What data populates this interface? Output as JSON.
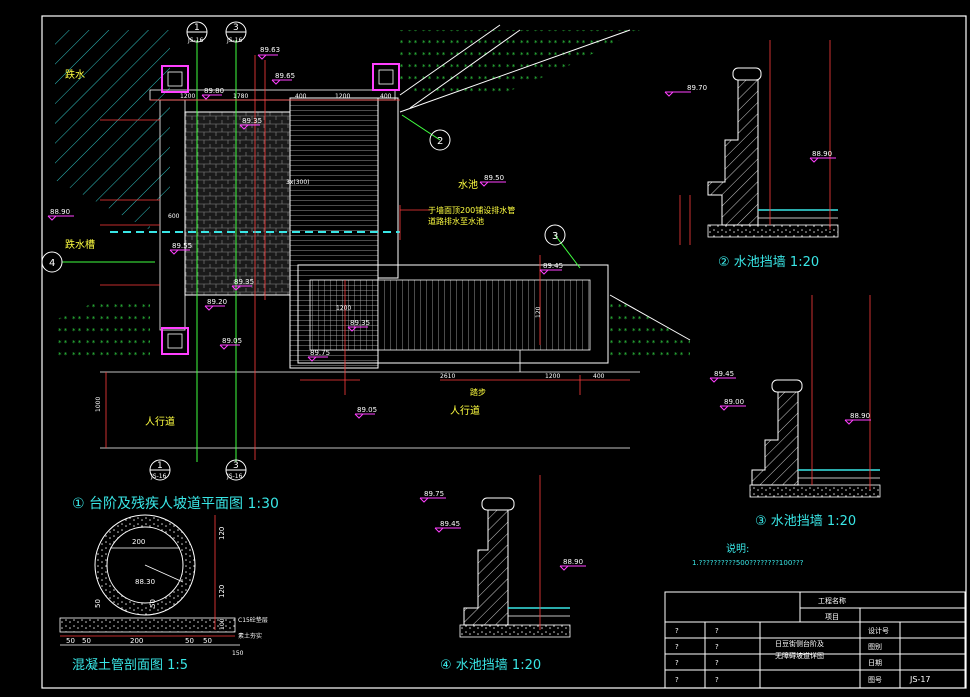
{
  "colors": {
    "background": "#000000",
    "frame": "#ffffff",
    "dim_red": "#ff3b3b",
    "dim_green": "#40ff40",
    "label_yellow": "#ffff40",
    "title_cyan": "#39e6e6",
    "elev_magenta": "#ff40ff",
    "hatch_cyan": "#2fbfbf",
    "hatch_green": "#2ecc40"
  },
  "plan": {
    "title": "① 台阶及残疾人坡道平面图 1:30",
    "labels": {
      "water_left": "跌水",
      "water_pool": "水池",
      "trough": "跌水槽",
      "sidewalk_left": "人行道",
      "sidewalk_mid": "人行道",
      "stair": "踏步",
      "drain_note_1": "于墙面顶200铺设排水管",
      "drain_note_2": "道路排水至水池"
    },
    "callouts": {
      "c1_top": "1",
      "c1_top_sub": "JS-16",
      "c3_top": "3",
      "c3_top_sub": "JS-16",
      "c2": "2",
      "c3_right": "3",
      "c4_left": "4",
      "c1_bot": "1",
      "c1_bot_sub": "JS-16",
      "c3_bot": "3",
      "c3_bot_sub": "JS-16"
    },
    "elevations": {
      "e1": "89.63",
      "e2": "89.65",
      "e3": "89.80",
      "e4": "89.35",
      "e5": "89.45",
      "e6": "89.35",
      "e7": "89.20",
      "e8": "89.05",
      "e9": "89.75",
      "e10": "89.35",
      "e11": "89.05",
      "e12": "89.50",
      "e13": "89.55",
      "e14": "88.90"
    },
    "dims": {
      "d1": "1200",
      "d2": "1780",
      "d3": "400",
      "d4": "1200",
      "d5": "400",
      "d6": "2610",
      "d7": "1200",
      "d8": "400",
      "d9": "1000",
      "d10": "120",
      "d11": "600",
      "d12": "3x(300)",
      "d13": "1200"
    }
  },
  "section2": {
    "title": "② 水池挡墙 1:20",
    "elev_top": "89.70",
    "elev_water": "88.90"
  },
  "section3": {
    "title": "③ 水池挡墙 1:20",
    "elev_top": "89.45",
    "elev_mid": "89.00",
    "elev_water": "88.90"
  },
  "section4": {
    "title": "④ 水池挡墙 1:20",
    "elev_top": "89.75",
    "elev_mid": "89.45",
    "elev_water": "88.90"
  },
  "pipe": {
    "title": "混凝土管剖面图 1:5",
    "inner": "200",
    "radius": "88.30",
    "dim_120a": "120",
    "dim_120b": "120",
    "dim_50a": "50",
    "dim_50b": "50",
    "bottom_50a": "50",
    "bottom_50b": "50",
    "bottom_200": "200",
    "bottom_50c": "50",
    "bottom_50d": "50",
    "layer1": "C15砼垫层",
    "layer2": "素土夯实",
    "dim_100": "100",
    "dim_150": "150"
  },
  "notes": {
    "heading": "说明:",
    "line1": "1.??????????500????????100???"
  },
  "title_block": {
    "project_label": "工程名称",
    "sub_label": "项目",
    "drawing_name_1": "日豆街侧台阶及",
    "drawing_name_2": "无障碍坡道详图",
    "r1": "设计号",
    "r2": "图别",
    "r3": "日期",
    "r4": "图号",
    "drawing_no": "JS-17",
    "q": "?"
  }
}
